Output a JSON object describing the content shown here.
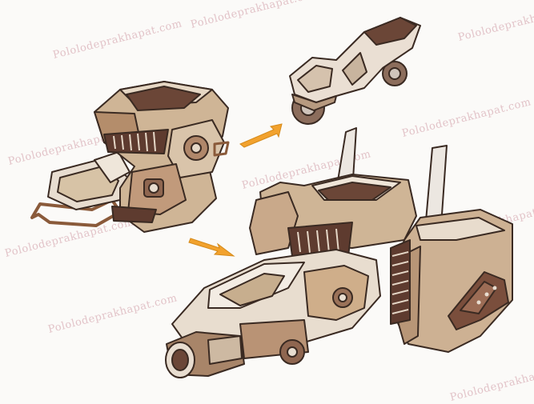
{
  "watermark": {
    "text": "Pololodeprakhapat.com"
  },
  "colors": {
    "accent_arrow": "#f2a22e",
    "body_light": "#e9dccb",
    "body_mid": "#c6a584",
    "body_dark": "#6b4637",
    "outline": "#3a2a22"
  },
  "illustration": {
    "panels": [
      "small-hoverbike",
      "mech-cockpit-module",
      "assembled-gunship"
    ],
    "arrows": [
      "transform-arrow-upper",
      "transform-arrow-lower"
    ]
  }
}
